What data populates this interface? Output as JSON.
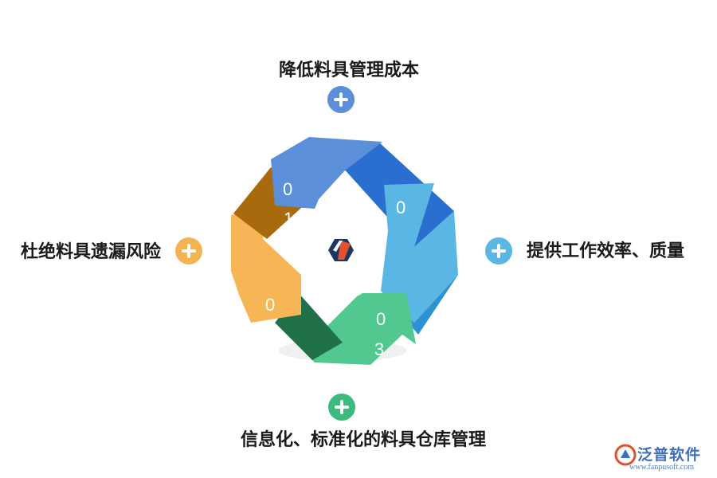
{
  "items": [
    {
      "label": "降低料具管理成本",
      "color": "#5b8fd9"
    },
    {
      "label": "提供工作效率、质量",
      "color": "#5ab6e3"
    },
    {
      "label": "信息化、标准化的料具仓库管理",
      "color": "#3dbb7e"
    },
    {
      "label": "杜绝料具遗漏风险",
      "color": "#f5b452"
    }
  ],
  "ring_numbers": {
    "top_left": [
      "0",
      "1"
    ],
    "top_right": [
      "0"
    ],
    "bottom_right": [
      "0",
      "3"
    ],
    "bottom_left": [
      "0"
    ]
  },
  "center_logo": {
    "icon": "fanpu-hexagon-logo"
  },
  "watermark": {
    "brand": "泛普软件",
    "url": "www.fanpusoft.com"
  }
}
